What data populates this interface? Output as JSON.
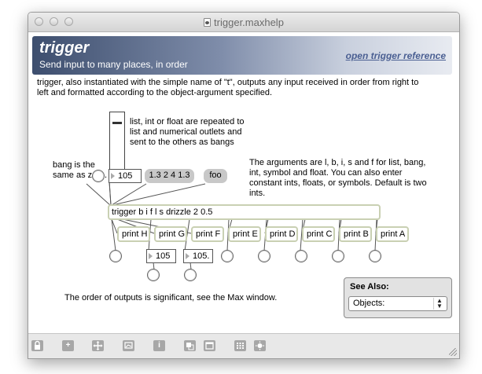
{
  "window": {
    "title": "trigger.maxhelp"
  },
  "header": {
    "title": "trigger",
    "subtitle": "Send input to many places, in order",
    "reference_link": "open trigger reference"
  },
  "description": "trigger, also instantiated with the simple name of \"t\", outputs any input received in order from right to left and formatted according to the object-argument specified.",
  "notes": {
    "slider_note": "list, int or float are repeated to list and numerical outlets and sent to the others as bangs",
    "bang_note": "bang is the same as zero.",
    "args_note": "The arguments are l, b, i, s and f for list, bang, int, symbol and float. You can also enter constant ints, floats, or symbols. Default is two ints.",
    "order_note": "The order of outputs is significant, see the Max window."
  },
  "patch": {
    "input_number": "105",
    "list_message": "1.3 2 4 1.3",
    "symbol_message": "foo",
    "trigger_object": "trigger b i f l s drizzle 2 0.5",
    "print_objects": [
      "print H",
      "print G",
      "print F",
      "print E",
      "print D",
      "print C",
      "print B",
      "print A"
    ],
    "int_output": "105",
    "float_output": "105."
  },
  "see_also": {
    "title": "See Also:",
    "selected": "Objects:"
  },
  "toolbar": {
    "icons": [
      "lock-icon",
      "add-object-icon",
      "move-icon",
      "presentation-icon",
      "inspector-icon",
      "new-view-icon",
      "window-icon",
      "grid-icon",
      "snap-icon"
    ],
    "inspector_glyph": "i",
    "add_glyph": "+"
  }
}
